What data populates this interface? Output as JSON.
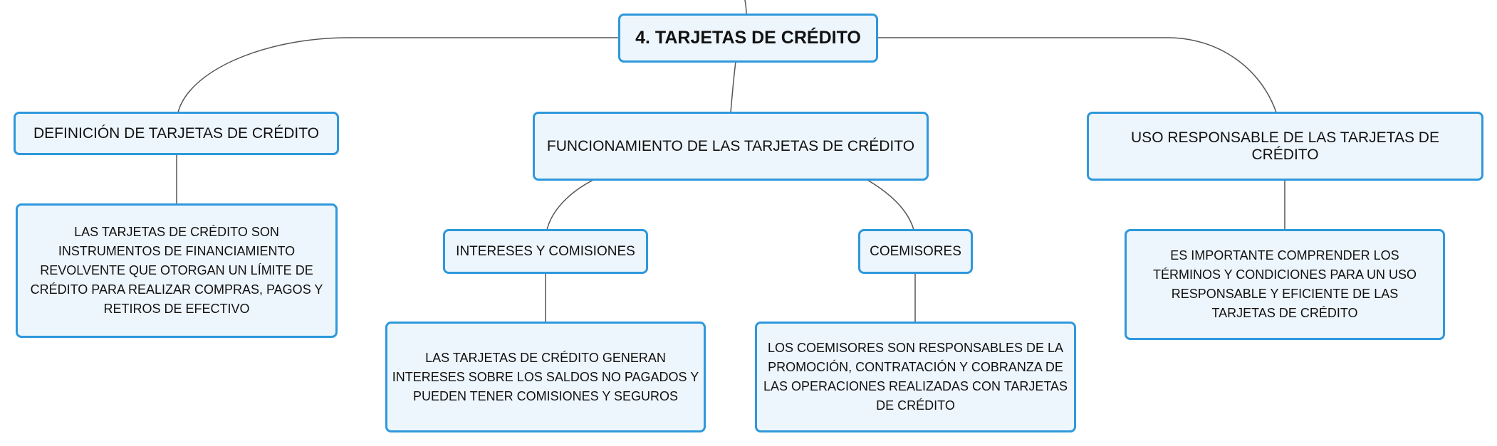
{
  "colors": {
    "node_fill": "#eef6fd",
    "node_border": "#2e98dc",
    "connector": "#555555"
  },
  "map": {
    "root": "4. TARJETAS DE CRÉDITO",
    "definicion": {
      "title": "DEFINICIÓN DE TARJETAS DE CRÉDITO",
      "note": "LAS TARJETAS DE CRÉDITO SON INSTRUMENTOS DE FINANCIAMIENTO REVOLVENTE QUE OTORGAN UN LÍMITE DE CRÉDITO PARA REALIZAR COMPRAS, PAGOS Y RETIROS DE EFECTIVO"
    },
    "funcionamiento": {
      "title": "FUNCIONAMIENTO DE LAS TARJETAS DE CRÉDITO",
      "intereses": {
        "title": "INTERESES Y COMISIONES",
        "note": "LAS TARJETAS DE CRÉDITO GENERAN INTERESES SOBRE LOS SALDOS NO PAGADOS Y PUEDEN TENER COMISIONES Y SEGUROS"
      },
      "coemisores": {
        "title": "COEMISORES",
        "note": "LOS COEMISORES SON RESPONSABLES DE LA PROMOCIÓN, CONTRATACIÓN Y COBRANZA DE LAS OPERACIONES REALIZADAS CON TARJETAS DE CRÉDITO"
      }
    },
    "uso": {
      "title": "USO RESPONSABLE DE LAS TARJETAS DE CRÉDITO",
      "note": "ES IMPORTANTE COMPRENDER LOS TÉRMINOS Y CONDICIONES PARA UN USO RESPONSABLE Y EFICIENTE DE LAS TARJETAS DE CRÉDITO"
    }
  }
}
